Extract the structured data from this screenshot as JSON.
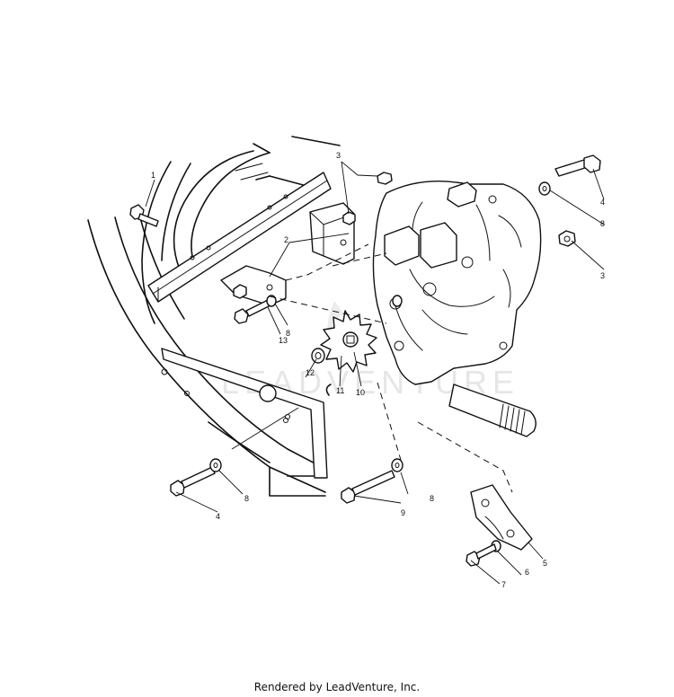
{
  "diagram": {
    "callouts": [
      "1",
      "2",
      "3",
      "3",
      "4",
      "4",
      "5",
      "6",
      "7",
      "8",
      "8",
      "8",
      "8",
      "9",
      "10",
      "11",
      "12",
      "13"
    ],
    "watermark": "LEADVENTURE"
  },
  "footer": {
    "text": "Rendered by LeadVenture, Inc."
  },
  "colors": {
    "ink": "#111111",
    "watermark": "#e6e6e6",
    "background": "#ffffff"
  }
}
